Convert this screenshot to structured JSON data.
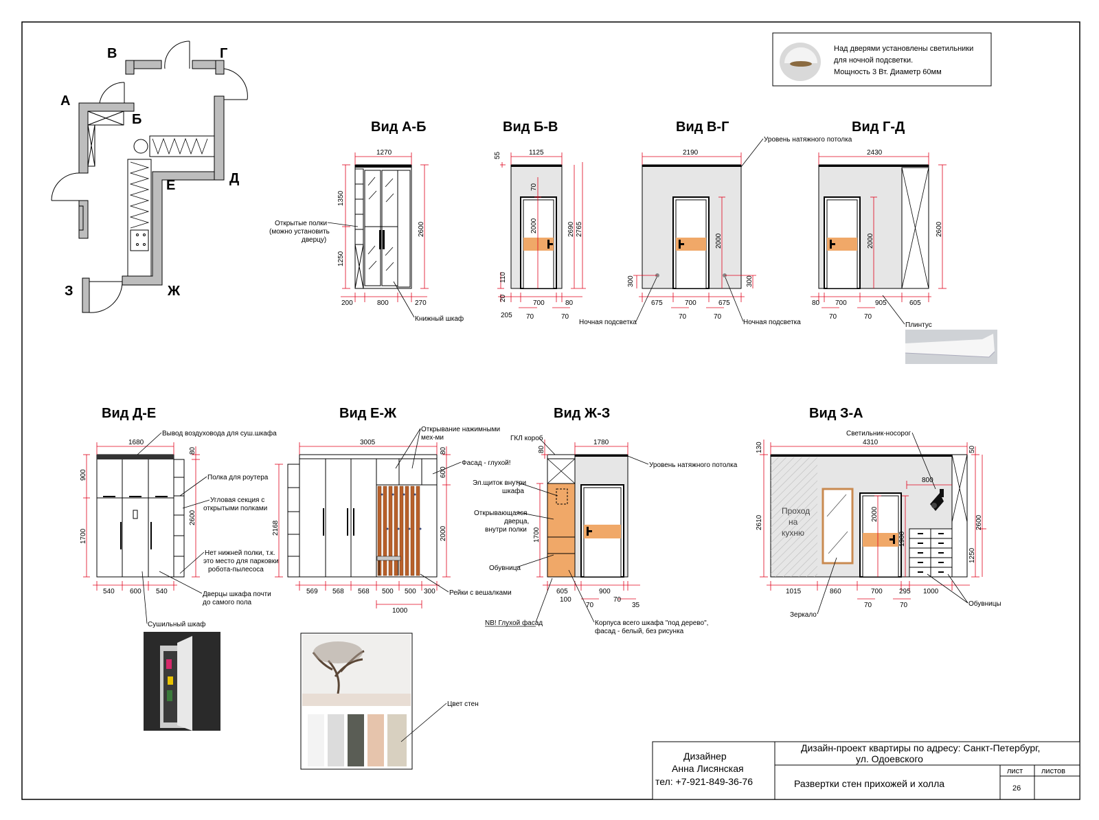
{
  "plan_letters": [
    "А",
    "Б",
    "В",
    "Г",
    "Д",
    "Е",
    "Ж",
    "З"
  ],
  "lamp_note": [
    "Над дверями установлены светильники",
    "для ночной подсветки.",
    "Мощность 3 Вт. Диаметр 60мм"
  ],
  "views": {
    "ab": {
      "title": "Вид А-Б",
      "dims": {
        "top": "1270",
        "h1": "1350",
        "h2": "1250",
        "h": "2600",
        "b1": "200",
        "b2": "800",
        "b3": "270"
      },
      "labels": {
        "shelves": [
          "Открытые полки",
          "(можно установить",
          "дверцу)"
        ],
        "bookcase": "Книжный шкаф"
      }
    },
    "bv": {
      "title": "Вид Б-В",
      "dims": {
        "top": "1125",
        "t55": "55",
        "t70": "70",
        "door": "2000",
        "h1": "2690",
        "h2": "2765",
        "s110": "110",
        "s20": "20",
        "b1": "205",
        "b2": "700",
        "b3": "80",
        "c1": "70",
        "c2": "70"
      },
      "labels": {
        "night": "Ночная подсветка"
      }
    },
    "vg": {
      "title": "Вид В-Г",
      "dims": {
        "top": "2190",
        "door": "2000",
        "l300": "300",
        "r300": "300",
        "b1": "675",
        "b2": "700",
        "b3": "675",
        "c1": "70",
        "c2": "70"
      },
      "labels": {
        "ceiling": "Уровень натяжного потолка",
        "night": "Ночная подсветка"
      }
    },
    "gd": {
      "title": "Вид Г-Д",
      "dims": {
        "top": "2430",
        "door": "2000",
        "h": "2600",
        "b1": "80",
        "b2": "700",
        "b3": "905",
        "b4": "605",
        "c1": "70",
        "c2": "70"
      },
      "labels": {
        "plinth": "Плинтус"
      }
    },
    "de": {
      "title": "Вид Д-Е",
      "dims": {
        "top": "1680",
        "h1": "900",
        "h2": "1700",
        "t80": "80",
        "h": "2600",
        "b1": "540",
        "b2": "600",
        "b3": "540"
      },
      "labels": {
        "vent": "Вывод воздуховода для суш.шкафа",
        "router": "Полка для роутера",
        "corner": [
          "Угловая секция с",
          "открытыми полками"
        ],
        "noshelf": [
          "Нет нижней полки, т.к.",
          "это место для парковки",
          "робота-пылесоса"
        ],
        "doors": [
          "Дверцы шкафа почти",
          "до самого пола"
        ],
        "dryer": "Сушильный шкаф"
      }
    },
    "ezh": {
      "title": "Вид Е-Ж",
      "dims": {
        "top": "3005",
        "t80": "80",
        "t600": "600",
        "h": "2168",
        "h2": "2000",
        "b1": "569",
        "b2": "568",
        "b3": "568",
        "b4": "500",
        "b5": "500",
        "b6": "300",
        "total": "1000"
      },
      "labels": {
        "push": [
          "Открывание нажимными",
          "мех-ми"
        ],
        "facade": "Фасад - глухой!",
        "rails": "Рейки с вешалками",
        "wallcolor": "Цвет стен"
      }
    },
    "zhz": {
      "title": "Вид Ж-З",
      "dims": {
        "top": "1780",
        "t80": "80",
        "h": "1700",
        "b1": "605",
        "b2": "900",
        "b3": "100",
        "c1": "70",
        "c2": "70",
        "c3": "35"
      },
      "labels": {
        "gkl": "ГКЛ короб",
        "ceiling": "Уровень натяжного потолка",
        "panel": [
          "Эл.щиток внутри",
          "шкафа"
        ],
        "opening": [
          "Открывающаяся",
          "дверца,",
          "внутри полки"
        ],
        "shoes": "Обувница",
        "nb": "NB! Глухой фасад",
        "body": [
          "Корпуса всего шкафа \"под дерево\",",
          "фасад - белый, без рисунка"
        ]
      }
    },
    "za": {
      "title": "Вид З-А",
      "dims": {
        "top": "4310",
        "t130": "130",
        "t50": "50",
        "h": "2610",
        "h2": "2600",
        "door": "2000",
        "s800": "800",
        "s1900": "1900",
        "s1250": "1250",
        "b1": "1015",
        "b2": "860",
        "b3": "700",
        "b4": "295",
        "b5": "1000",
        "c1": "70",
        "c2": "70"
      },
      "labels": {
        "lamp": "Светильник-носорог",
        "pass": [
          "Проход",
          "на",
          "кухню"
        ],
        "mirror": "Зеркало",
        "shoes": "Обувницы"
      }
    }
  },
  "title_block": {
    "designer_label": "Дизайнер",
    "designer_name": "Анна Лисянская",
    "phone": "тел: +7-921-849-36-76",
    "project": "Дизайн-проект квартиры по адресу: Санкт-Петербург,",
    "project2": "ул. Одоевского",
    "sheet_title": "Развертки стен прихожей и холла",
    "sheet_label": "лист",
    "sheets_label": "листов",
    "sheet_no": "26"
  },
  "colors": {
    "red": "#e0001a",
    "wall": "#e6e6e6",
    "wood": "#f0a868",
    "slat": "#b8602a",
    "swatches": [
      "#f3f3f3",
      "#dcdcdc",
      "#5a5d55",
      "#e6c4ac",
      "#d8d0c0"
    ]
  }
}
